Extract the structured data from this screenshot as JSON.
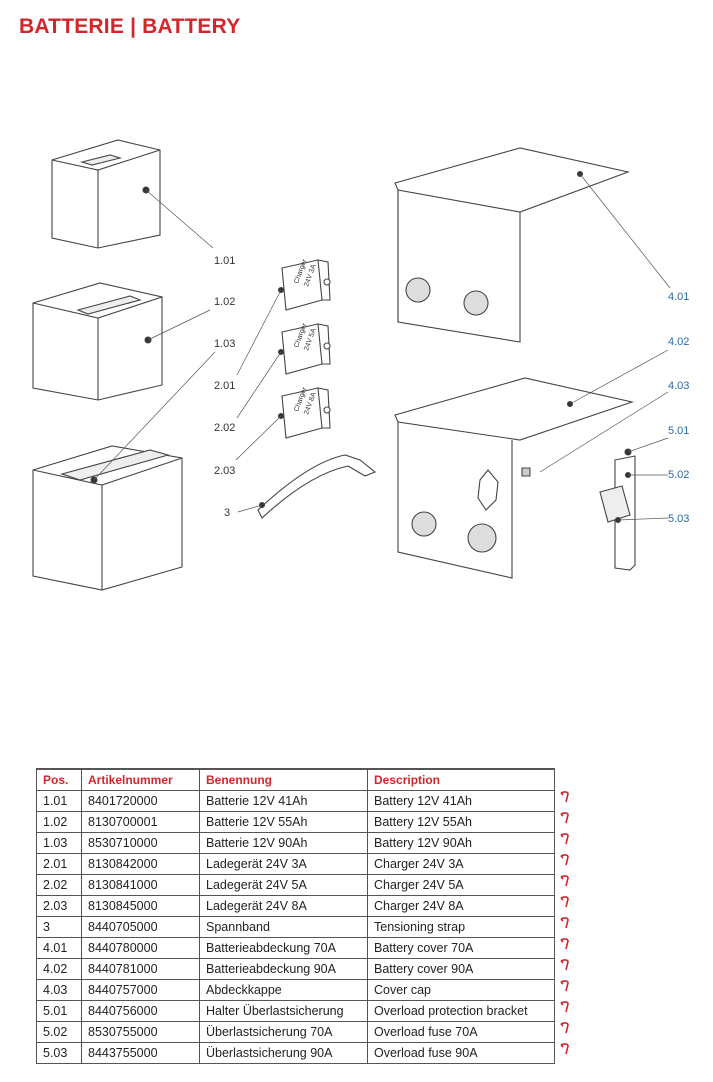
{
  "header": {
    "title": "BATTERIE  |  BATTERY"
  },
  "diagram": {
    "callouts": [
      "1.01",
      "1.02",
      "1.03",
      "2.01",
      "2.02",
      "2.03",
      "3",
      "4.01",
      "4.02",
      "4.03",
      "5.01",
      "5.02",
      "5.03"
    ],
    "charger_text": [
      "Charger",
      "24V 3A",
      "Charger",
      "24V 5A",
      "Charger",
      "24V 8A"
    ]
  },
  "table": {
    "headers": [
      "Pos.",
      "Artikelnummer",
      "Benennung",
      "Description"
    ],
    "rows": [
      [
        "1.01",
        "8401720000",
        "Batterie 12V 41Ah",
        "Battery 12V 41Ah"
      ],
      [
        "1.02",
        "8130700001",
        "Batterie 12V 55Ah",
        "Battery 12V 55Ah"
      ],
      [
        "1.03",
        "8530710000",
        "Batterie 12V 90Ah",
        "Battery 12V 90Ah"
      ],
      [
        "2.01",
        "8130842000",
        "Ladegerät 24V 3A",
        "Charger 24V 3A"
      ],
      [
        "2.02",
        "8130841000",
        "Ladegerät 24V 5A",
        "Charger 24V 5A"
      ],
      [
        "2.03",
        "8130845000",
        "Ladegerät 24V 8A",
        "Charger 24V 8A"
      ],
      [
        "3",
        "8440705000",
        "Spannband",
        "Tensioning strap"
      ],
      [
        "4.01",
        "8440780000",
        "Batterieabdeckung 70A",
        "Battery cover 70A"
      ],
      [
        "4.02",
        "8440781000",
        "Batterieabdeckung 90A",
        "Battery cover 90A"
      ],
      [
        "4.03",
        "8440757000",
        "Abdeckkappe",
        "Cover cap"
      ],
      [
        "5.01",
        "8440756000",
        "Halter Überlastsicherung",
        "Overload protection bracket"
      ],
      [
        "5.02",
        "8530755000",
        "Überlastsicherung 70A",
        "Overload fuse 70A"
      ],
      [
        "5.03",
        "8443755000",
        "Überlastsicherung 90A",
        "Overload fuse 90A"
      ]
    ]
  }
}
